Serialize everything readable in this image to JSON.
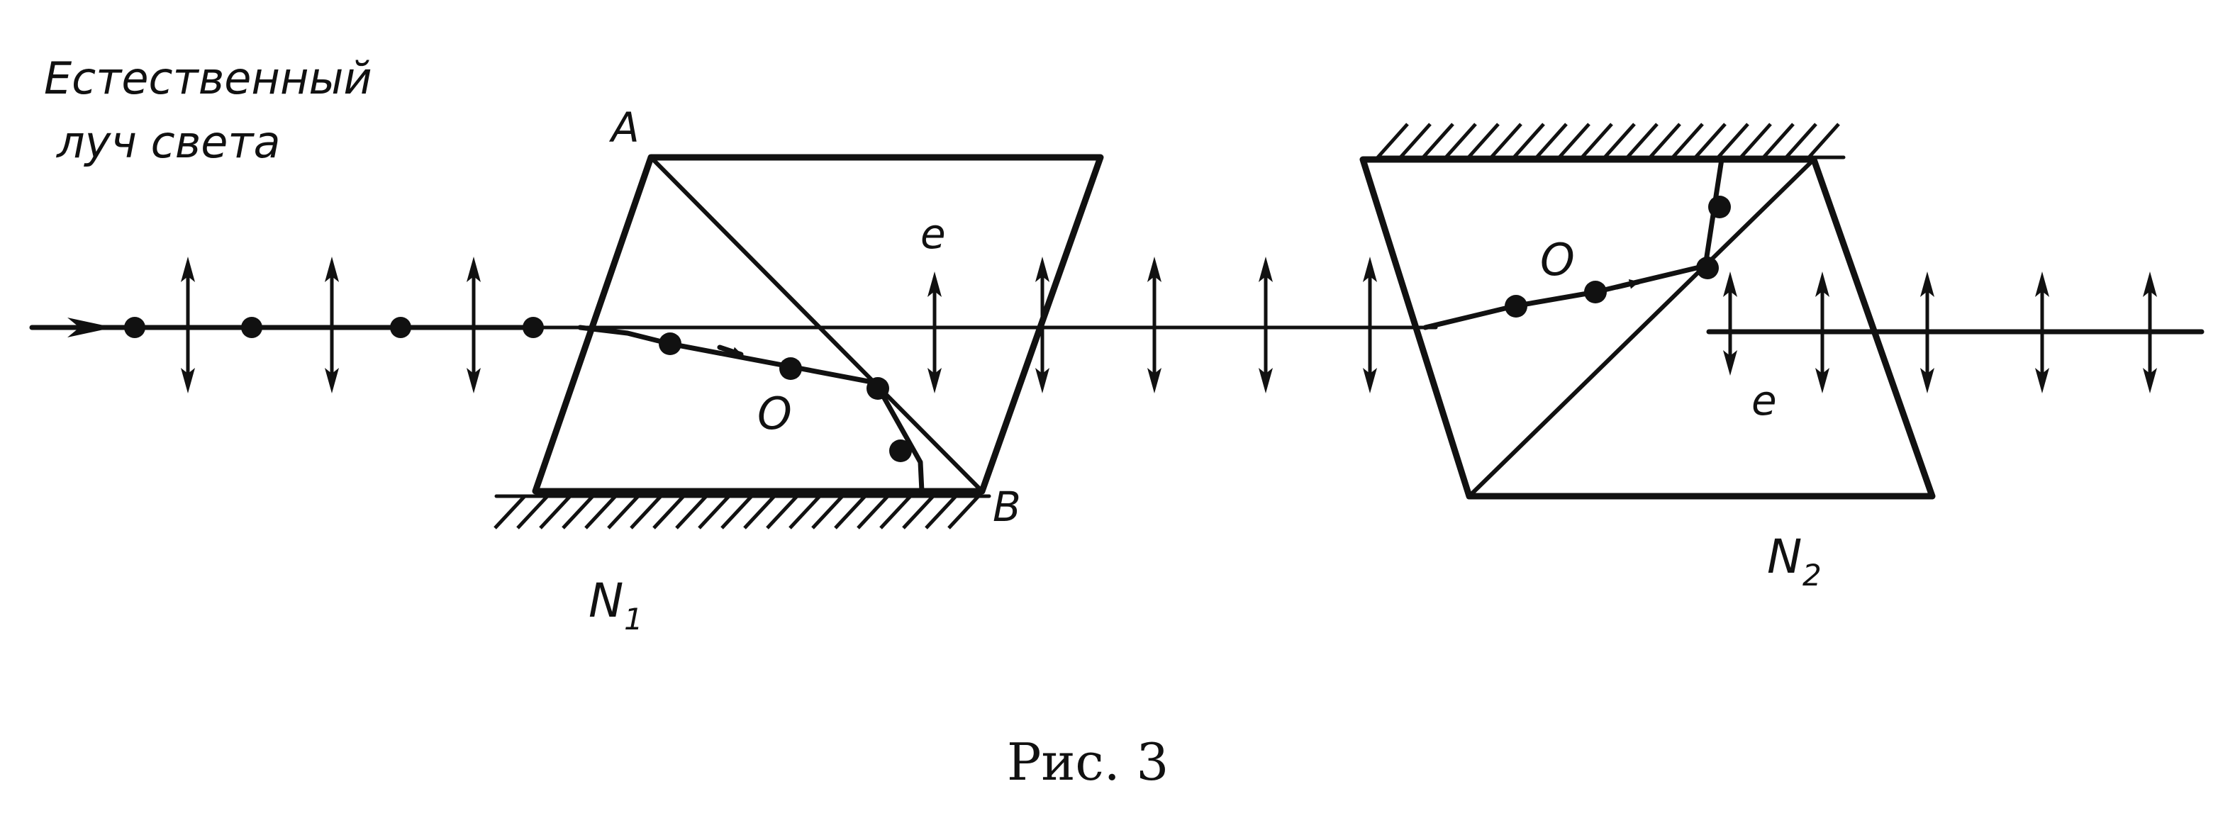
{
  "labels": {
    "ray_line1": "Естественный",
    "ray_line2": "луч света",
    "vertex_a": "A",
    "vertex_b": "B",
    "ray_o_left": "О",
    "ray_e_left": "е",
    "ray_o_right": "О",
    "ray_e_right": "е",
    "prism_left": "N",
    "prism_left_sub": "1",
    "prism_right": "N",
    "prism_right_sub": "2",
    "caption": "Рис. 3"
  },
  "colors": {
    "ink": "#111111",
    "background": "#ffffff"
  }
}
